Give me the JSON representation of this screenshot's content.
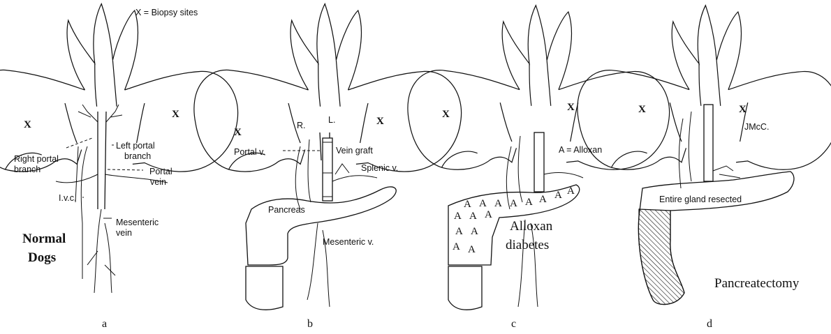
{
  "legend": {
    "biopsy": "X = Biopsy sites"
  },
  "panels": {
    "a": {
      "letter": "a",
      "title_line1": "Normal",
      "title_line2": "Dogs",
      "labels": {
        "right_portal_1": "Right portal",
        "right_portal_2": "branch",
        "left_portal_1": "Left portal",
        "left_portal_2": "branch",
        "portal_vein_1": "Portal",
        "portal_vein_2": "vein",
        "ivc": "I.v.c.",
        "mesenteric_1": "Mesenteric",
        "mesenteric_2": "vein"
      }
    },
    "b": {
      "letter": "b",
      "labels": {
        "r": "R.",
        "l": "L.",
        "portal_v": "Portal v.",
        "vein_graft": "Vein graft",
        "splenic_v": "Splenic v.",
        "pancreas": "Pancreas",
        "mesenteric_v": "Mesenteric v."
      }
    },
    "c": {
      "letter": "c",
      "alloxan_key": "A = Alloxan",
      "title_line1": "Alloxan",
      "title_line2": "diabetes"
    },
    "d": {
      "letter": "d",
      "resected": "Entire gland resected",
      "title": "Pancreatectomy",
      "signature": "JMcC."
    }
  },
  "x_mark": "X",
  "a_mark": "A"
}
